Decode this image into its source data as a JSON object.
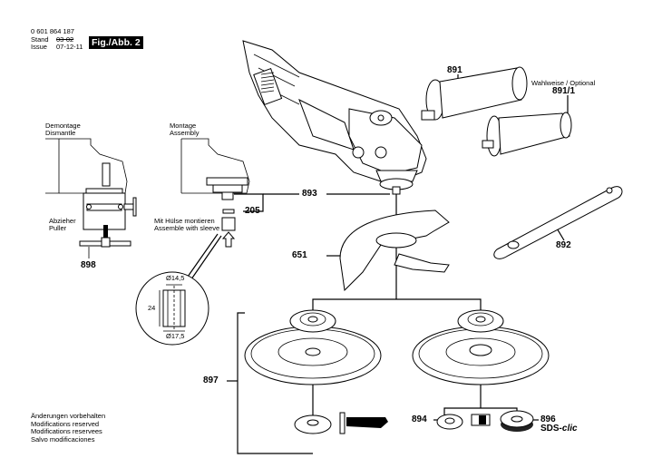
{
  "header": {
    "doc_number": "0 601 864 187",
    "stand_label": "Stand",
    "stand_value": "03-02",
    "issue_label": "Issue",
    "issue_value": "07-12-11",
    "figure_label": "Fig./Abb. 2"
  },
  "dismantle": {
    "title_de": "Demontage",
    "title_en": "Dismantle",
    "tool_de": "Abzieher",
    "tool_en": "Puller"
  },
  "assembly": {
    "title_de": "Montage",
    "title_en": "Assembly",
    "note_de": "Mit Hülse montieren",
    "note_en": "Assemble with sleeve"
  },
  "sleeve_detail": {
    "inner_diameter": "Ø14,5",
    "outer_diameter": "Ø17,5",
    "length": "24"
  },
  "optional_label": "Wahlweise / Optional",
  "parts": {
    "p891": "891",
    "p891_1": "891/1",
    "p892": "892",
    "p893": "893",
    "p205": "205",
    "p651": "651",
    "p897": "897",
    "p898": "898",
    "p894": "894",
    "p896": "896",
    "sds": "SDS-",
    "sds_clic": "clic"
  },
  "footer": {
    "lines": [
      "Änderungen vorbehalten",
      "Modifications reserved",
      "Modifications reservees",
      "Salvo modificaciones"
    ]
  }
}
